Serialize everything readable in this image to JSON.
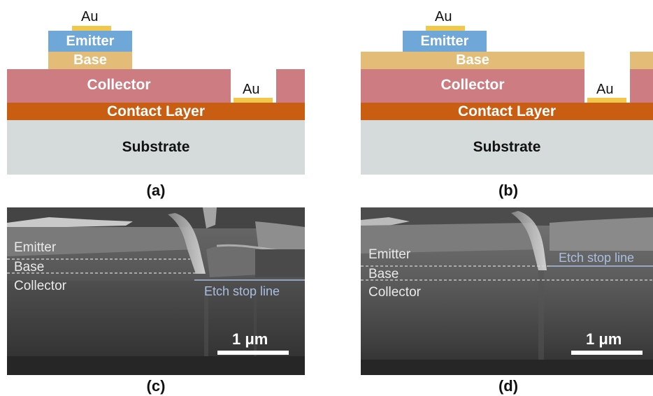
{
  "panel_a": {
    "label": "(a)",
    "au_top": "Au",
    "emitter": "Emitter",
    "base": "Base",
    "collector": "Collector",
    "au_side": "Au",
    "contact_layer": "Contact Layer",
    "substrate": "Substrate"
  },
  "panel_b": {
    "label": "(b)",
    "au_top": "Au",
    "emitter": "Emitter",
    "base": "Base",
    "collector": "Collector",
    "au_side": "Au",
    "contact_layer": "Contact Layer",
    "substrate": "Substrate"
  },
  "panel_c": {
    "label": "(c)",
    "emitter": "Emitter",
    "base": "Base",
    "collector": "Collector",
    "etch_stop": "Etch stop line",
    "scale": "1 μm"
  },
  "panel_d": {
    "label": "(d)",
    "emitter": "Emitter",
    "base": "Base",
    "collector": "Collector",
    "etch_stop": "Etch stop line",
    "scale": "1 μm"
  },
  "colors": {
    "au": "#f2c84b",
    "emitter": "#6fa8d8",
    "base": "#e3bd78",
    "collector": "#cd7c82",
    "contact": "#c95e12",
    "substrate": "#d5dbdb"
  }
}
